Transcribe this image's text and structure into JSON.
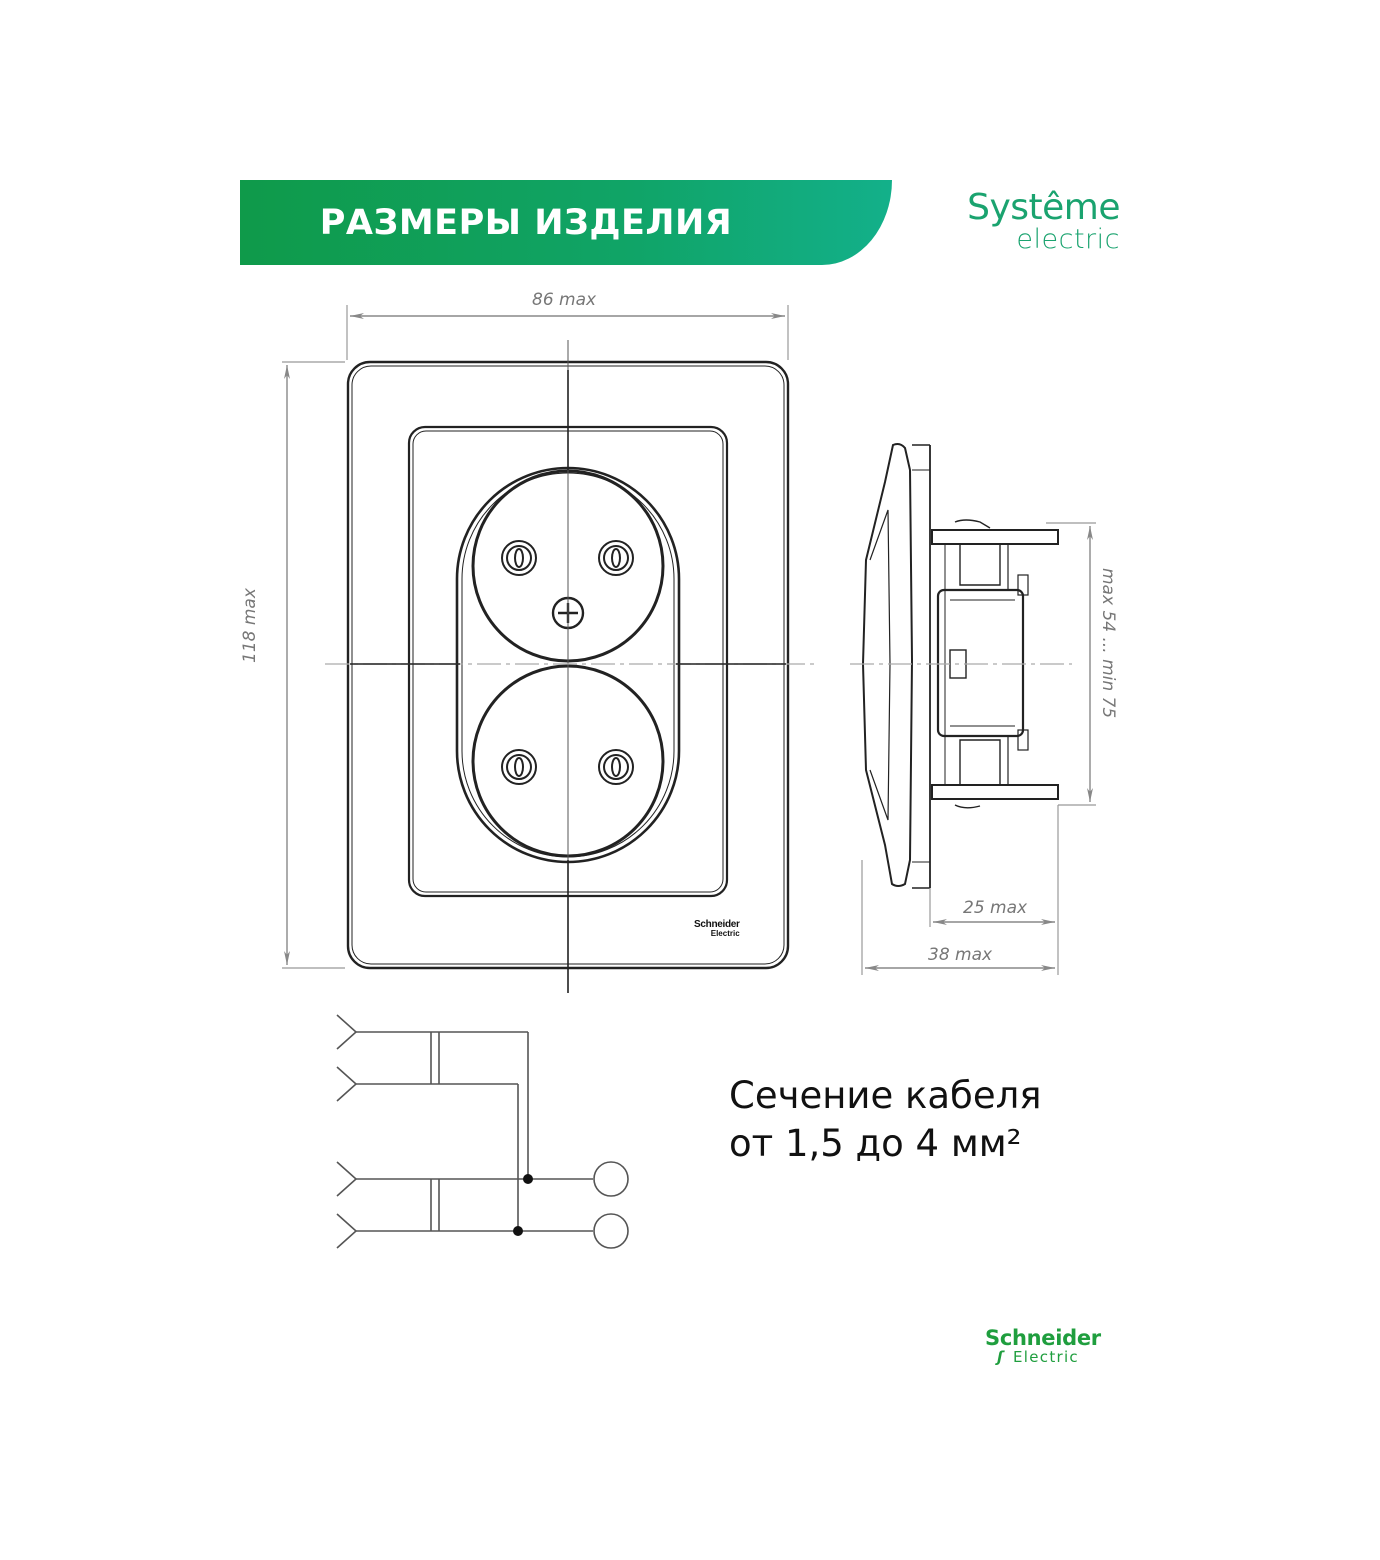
{
  "header": {
    "title": "РАЗМЕРЫ ИЗДЕЛИЯ",
    "banner_color": "#10a35a",
    "brand_line1": "Systême",
    "brand_line2": "electric",
    "brand_color": "#1aa36f"
  },
  "front_view": {
    "width_dimension": "86 max",
    "height_dimension": "118 max",
    "plate_logo_line1": "Schneider",
    "plate_logo_line2": "Electric",
    "sockets": 2
  },
  "side_view": {
    "mount_dimension": "max 54 ... min 75",
    "depth_inner": "25 max",
    "depth_total": "38 max"
  },
  "wiring": {
    "inputs": 4,
    "outputs": 2
  },
  "cable_note": {
    "line1": "Сечение кабеля",
    "line2": "от 1,5 до 4 мм²"
  },
  "footer": {
    "brand_line1": "Schneider",
    "brand_line2": "Electric",
    "brand_color": "#1f9e3e"
  }
}
